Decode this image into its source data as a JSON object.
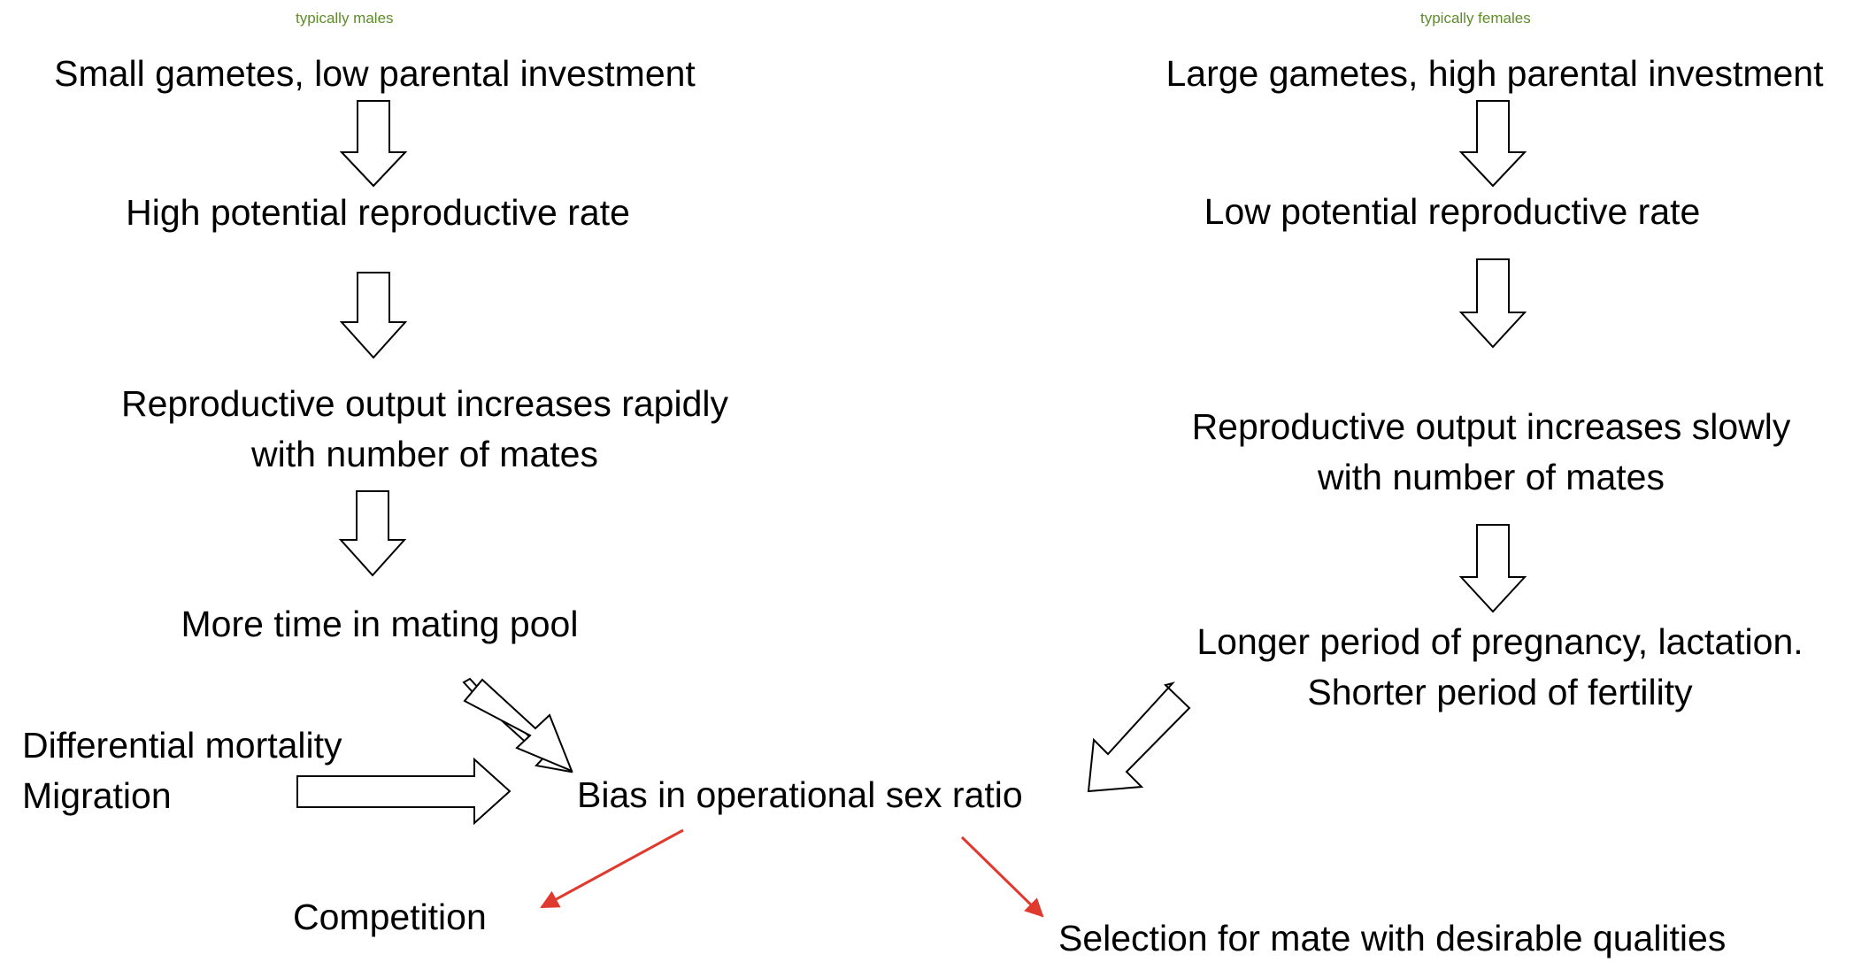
{
  "colors": {
    "caption": "#5e8c2a",
    "red_arrow": "#e03a2f",
    "block_arrow_stroke": "#000000",
    "text": "#000000"
  },
  "captions": {
    "left": "typically males",
    "right": "typically females"
  },
  "left_column": {
    "gametes": "Small gametes, low parental investment",
    "rate": "High potential reproductive rate",
    "output_line1": "Reproductive output increases rapidly",
    "output_line2": "with number of mates",
    "pool": "More time in mating pool"
  },
  "right_column": {
    "gametes": "Large gametes, high parental investment",
    "rate": "Low potential reproductive rate",
    "output_line1": "Reproductive output increases slowly",
    "output_line2": "with number of mates",
    "pregnancy_line1": "Longer period of pregnancy, lactation.",
    "pregnancy_line2": "Shorter period of fertility"
  },
  "factors": {
    "line1": "Differential mortality",
    "line2": "Migration"
  },
  "center_node": "Bias in operational sex ratio",
  "outcomes": {
    "competition": "Competition",
    "selection": "Selection for mate with desirable qualities"
  }
}
